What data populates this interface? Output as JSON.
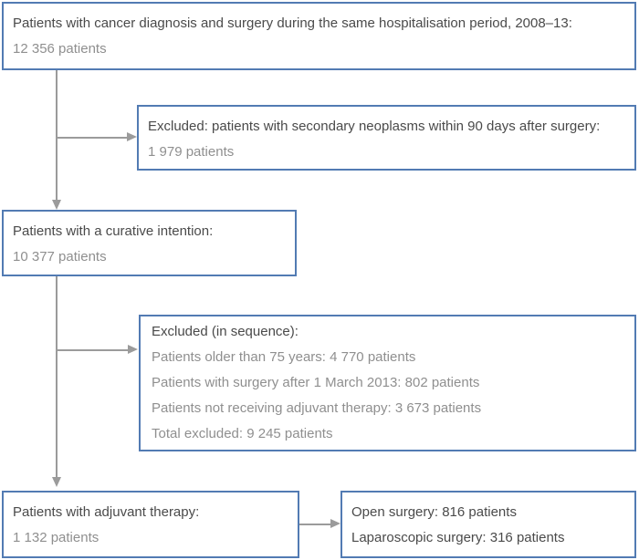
{
  "colors": {
    "background": "#ffffff",
    "box_border": "#527bb3",
    "box_fill": "#ffffff",
    "text_dark": "#4a4a4a",
    "text_gray": "#8f8f8f",
    "arrow": "#9b9b9b"
  },
  "boxes": {
    "initial": {
      "label": "Patients with cancer diagnosis and surgery during the same hospitalisation period, 2008–13:",
      "count": "12 356 patients"
    },
    "excluded_neoplasms": {
      "label": "Excluded: patients with secondary neoplasms within 90 days after surgery:",
      "count": "1 979 patients"
    },
    "curative": {
      "label": "Patients with a curative intention:",
      "count": "10 377 patients"
    },
    "excluded_sequence": {
      "label": "Excluded (in sequence):",
      "items": [
        "Patients older than 75 years: 4 770 patients",
        "Patients with surgery after 1 March 2013: 802 patients",
        "Patients not receiving adjuvant therapy: 3 673 patients",
        "Total excluded: 9 245 patients"
      ]
    },
    "adjuvant": {
      "label": "Patients with adjuvant therapy:",
      "count": "1 132 patients"
    },
    "surgery": {
      "lines": [
        "Open surgery: 816 patients",
        "Laparoscopic surgery: 316 patients"
      ]
    }
  }
}
